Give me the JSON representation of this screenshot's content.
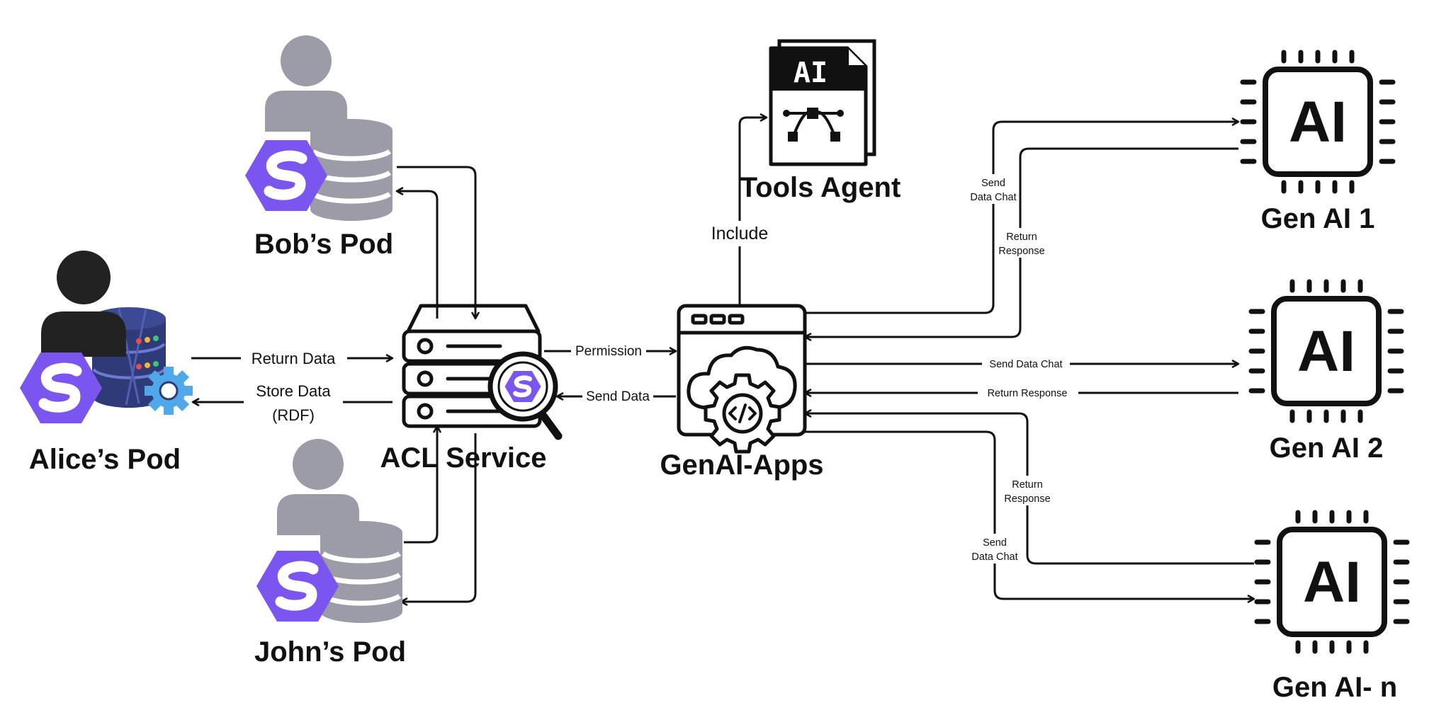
{
  "nodes": {
    "alice_pod": "Alice’s Pod",
    "bob_pod": "Bob’s Pod",
    "john_pod": "John’s Pod",
    "acl_service": "ACL Service",
    "genai_apps": "GenAI-Apps",
    "tools_agent": "Tools Agent",
    "gen_ai_1": "Gen AI 1",
    "gen_ai_2": "Gen AI 2",
    "gen_ai_n": "Gen AI- n"
  },
  "chip_label": "AI",
  "doc_label": "AI",
  "edges": {
    "return_data": "Return Data",
    "store_data_line1": "Store Data",
    "store_data_line2": "(RDF)",
    "permission": "Permission",
    "send_data": "Send Data",
    "include": "Include",
    "ai1_send_line1": "Send",
    "ai1_send_line2": "Data Chat",
    "ai1_return_line1": "Return",
    "ai1_return_line2": "Response",
    "ai2_send": "Send Data Chat",
    "ai2_return": "Return Response",
    "ain_return_line1": "Return",
    "ain_return_line2": "Response",
    "ain_send_line1": "Send",
    "ain_send_line2": "Data Chat"
  },
  "colors": {
    "ink": "#111111",
    "person_gray": "#9c9ba8",
    "person_dark": "#222222",
    "solid_purple": "#7b55f0",
    "db_navy": "#2f3b78",
    "gear_blue": "#4fa8e8"
  },
  "icons": {
    "solid": "solid-s-hexagon-icon",
    "person": "person-icon",
    "database": "database-stack-icon",
    "server": "server-rack-icon",
    "magnifier": "magnifier-icon",
    "cloud_window": "cloud-app-window-icon",
    "gear": "gear-icon",
    "ai_file": "ai-file-icon",
    "ai_chip": "ai-chip-icon"
  }
}
